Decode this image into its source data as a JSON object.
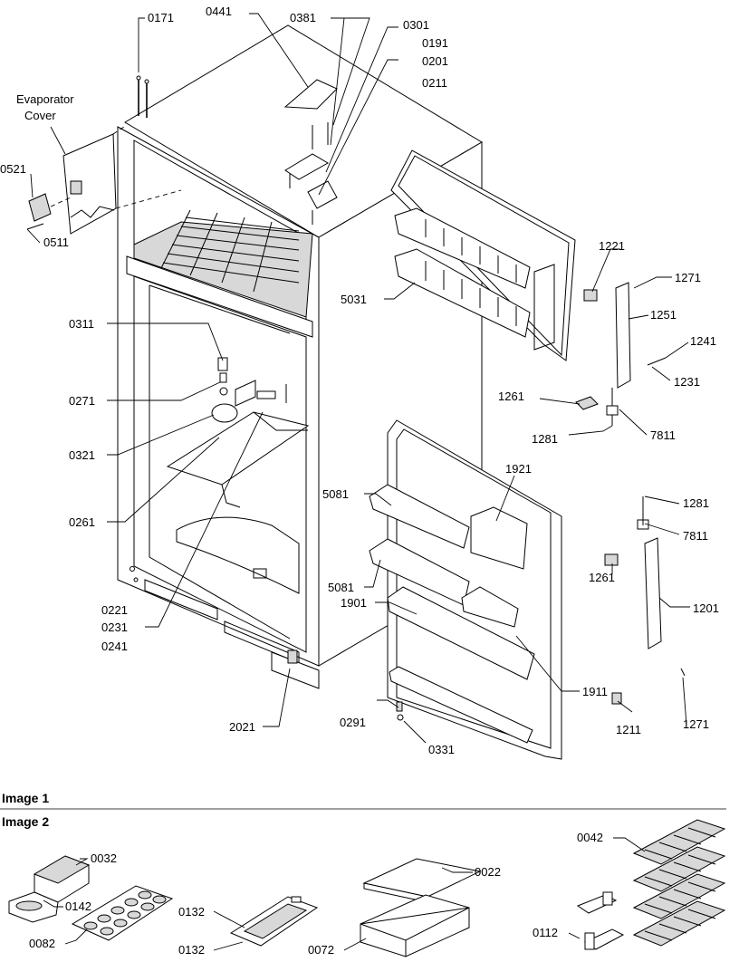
{
  "labels": {
    "p0171": "0171",
    "p0441": "0441",
    "p0381": "0381",
    "p0301": "0301",
    "p0191": "0191",
    "p0201": "0201",
    "p0211": "0211",
    "evap_cover_line1": "Evaporator",
    "evap_cover_line2": "Cover",
    "p0521": "0521",
    "p0511": "0511",
    "p0311": "0311",
    "p0271": "0271",
    "p0321": "0321",
    "p0261": "0261",
    "p0221": "0221",
    "p0231": "0231",
    "p0241": "0241",
    "p2021": "2021",
    "p0291": "0291",
    "p0331": "0331",
    "p5031": "5031",
    "p1221": "1221",
    "p1271_top": "1271",
    "p1251": "1251",
    "p1241": "1241",
    "p1231": "1231",
    "p1261_top": "1261",
    "p1281_top": "1281",
    "p7811_top": "7811",
    "p1921": "1921",
    "p5081_a": "5081",
    "p5081_b": "5081",
    "p1901": "1901",
    "p1911": "1911",
    "p1281_bot": "1281",
    "p7811_bot": "7811",
    "p1261_bot": "1261",
    "p1201": "1201",
    "p1211": "1211",
    "p1271_bot": "1271",
    "p0032": "0032",
    "p0142": "0142",
    "p0082": "0082",
    "p0132_a": "0132",
    "p0132_b": "0132",
    "p0022": "0022",
    "p0072": "0072",
    "p0042": "0042",
    "p0112": "0112"
  },
  "sections": {
    "image1": "Image 1",
    "image2": "Image 2"
  }
}
